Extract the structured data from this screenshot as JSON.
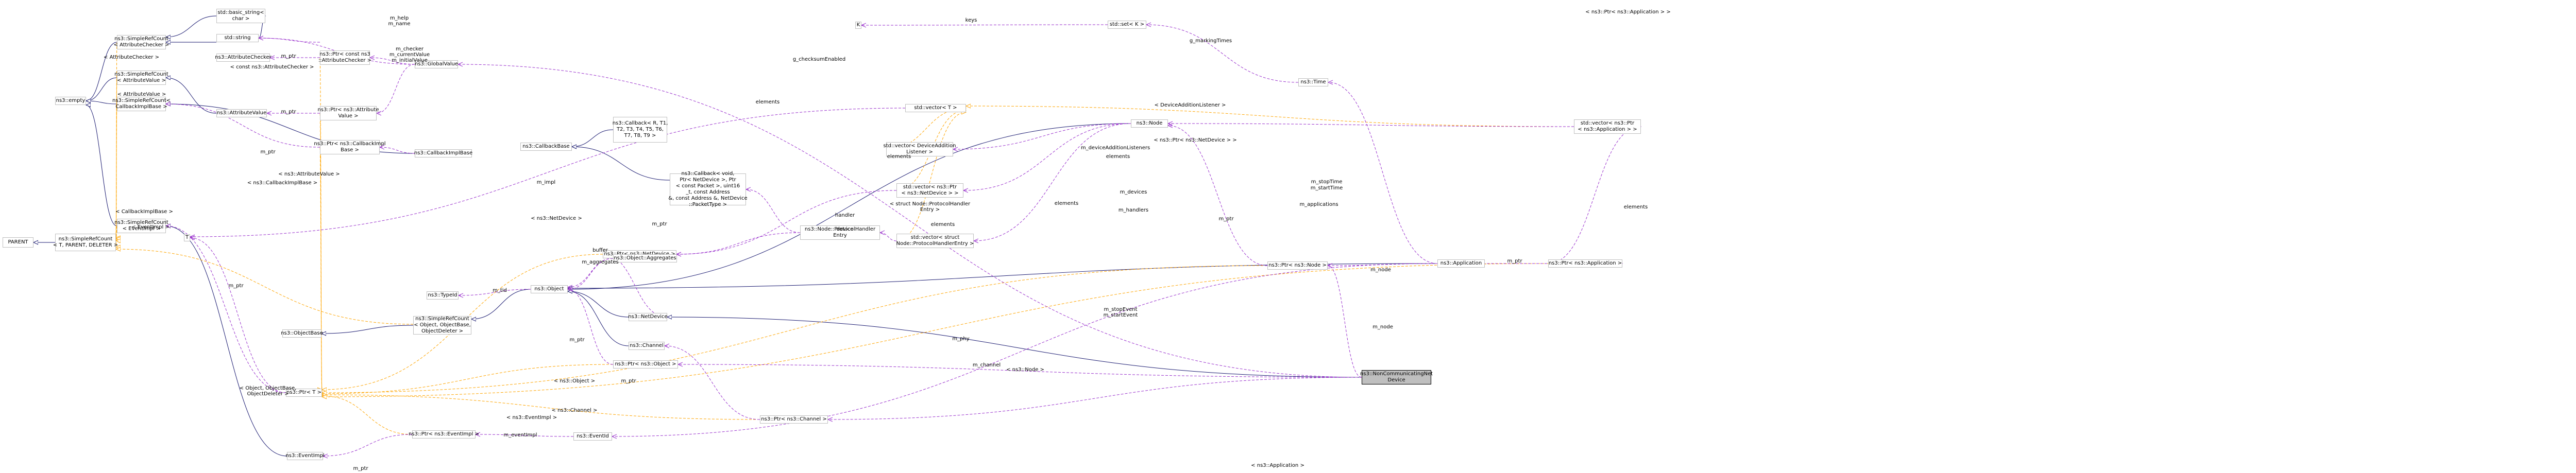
{
  "diagram": {
    "colors": {
      "inheritance": "#191970",
      "usage": "#9a32cd",
      "template": "#ffa500",
      "node_border": "#bfbfbf",
      "focus_fill": "#bfbfbf"
    },
    "nodes": {
      "parent": {
        "lines": [
          "PARENT"
        ]
      },
      "empty": {
        "lines": [
          "ns3::empty"
        ]
      },
      "srcAttrChecker": {
        "lines": [
          "ns3::SimpleRefCount",
          "< AttributeChecker >"
        ]
      },
      "srcAttrValue": {
        "lines": [
          "ns3::SimpleRefCount",
          "< AttributeValue >"
        ]
      },
      "srcCallbackImpl": {
        "lines": [
          "ns3::SimpleRefCount<",
          "CallbackImplBase >"
        ]
      },
      "srcTemplate": {
        "lines": [
          "ns3::SimpleRefCount",
          "< T, PARENT, DELETER >"
        ]
      },
      "tT": {
        "lines": [
          "T"
        ]
      },
      "srcEventImpl": {
        "lines": [
          "ns3::SimpleRefCount",
          "< EventImpl >"
        ]
      },
      "basicString": {
        "lines": [
          "std::basic_string<",
          "char >"
        ]
      },
      "stdString": {
        "lines": [
          "std::string"
        ]
      },
      "attrChecker": {
        "lines": [
          "ns3::AttributeChecker"
        ]
      },
      "ptrConstChecker": {
        "lines": [
          "ns3::Ptr< const ns3",
          "::AttributeChecker >"
        ]
      },
      "attrValue": {
        "lines": [
          "ns3::AttributeValue"
        ]
      },
      "ptrAttrValue": {
        "lines": [
          "ns3::Ptr< ns3::Attribute",
          "Value >"
        ]
      },
      "globalValue": {
        "lines": [
          "ns3::GlobalValue"
        ]
      },
      "callbackImplBase": {
        "lines": [
          "ns3::CallbackImplBase"
        ]
      },
      "ptrCallbackImpl": {
        "lines": [
          "ns3::Ptr< ns3::CallbackImpl",
          "Base >"
        ]
      },
      "callbackBase": {
        "lines": [
          "ns3::CallbackBase"
        ]
      },
      "callbackT": {
        "lines": [
          "ns3::Callback< R, T1,",
          "T2, T3, T4, T5, T6,",
          "T7, T8, T9 >"
        ]
      },
      "callbackVoid": {
        "lines": [
          "ns3::Callback< void,",
          "Ptr< NetDevice >, Ptr",
          "< const Packet >, uint16",
          "_t, const Address",
          "&, const Address &, NetDevice",
          "::PacketType >"
        ]
      },
      "vectorT": {
        "lines": [
          "std::vector< T >"
        ]
      },
      "vectorDevAddListener": {
        "lines": [
          "std::vector< DeviceAddition",
          "Listener >"
        ]
      },
      "vectorPtrNetDevice": {
        "lines": [
          "std::vector< ns3::Ptr",
          "< ns3::NetDevice > >"
        ]
      },
      "vectorHandlerEntry": {
        "lines": [
          "std::vector< struct",
          "Node::ProtocolHandlerEntry >"
        ]
      },
      "protocolHandlerEntry": {
        "lines": [
          "ns3::Node::ProtocolHandler",
          "Entry"
        ]
      },
      "ptrNetDevice": {
        "lines": [
          "ns3::Ptr< ns3::NetDevice >"
        ]
      },
      "node": {
        "lines": [
          "ns3::Node"
        ]
      },
      "kNode": {
        "lines": [
          "K"
        ]
      },
      "setK": {
        "lines": [
          "std::set< K >"
        ]
      },
      "time": {
        "lines": [
          "ns3::Time"
        ]
      },
      "vectorPtrApp": {
        "lines": [
          "std::vector< ns3::Ptr",
          "< ns3::Application > >"
        ]
      },
      "ptrApp": {
        "lines": [
          "ns3::Ptr< ns3::Application >"
        ]
      },
      "application": {
        "lines": [
          "ns3::Application"
        ]
      },
      "ptrNode": {
        "lines": [
          "ns3::Ptr< ns3::Node >"
        ]
      },
      "typeId": {
        "lines": [
          "ns3::TypeId"
        ]
      },
      "object": {
        "lines": [
          "ns3::Object"
        ]
      },
      "objectAggregates": {
        "lines": [
          "ns3::Object::Aggregates"
        ]
      },
      "objectBase": {
        "lines": [
          "ns3::ObjectBase"
        ]
      },
      "srcObject": {
        "lines": [
          "ns3::SimpleRefCount",
          "< Object, ObjectBase,",
          "ObjectDeleter >"
        ]
      },
      "netDevice": {
        "lines": [
          "ns3::NetDevice"
        ]
      },
      "channel": {
        "lines": [
          "ns3::Channel"
        ]
      },
      "ptrObject": {
        "lines": [
          "ns3::Ptr< ns3::Object >"
        ]
      },
      "ptrT": {
        "lines": [
          "ns3::Ptr< T >"
        ]
      },
      "ptrChannel": {
        "lines": [
          "ns3::Ptr< ns3::Channel >"
        ]
      },
      "nonComm": {
        "lines": [
          "ns3::NonCommunicatingNet",
          "Device"
        ]
      },
      "eventId": {
        "lines": [
          "ns3::EventId"
        ]
      },
      "ptrEventImpl": {
        "lines": [
          "ns3::Ptr< ns3::EventImpl >"
        ]
      },
      "eventImpl": {
        "lines": [
          "ns3::EventImpl"
        ]
      }
    },
    "edge_labels": {
      "m_help": "m_help",
      "m_name": "m_name",
      "m_checker": "m_checker",
      "m_currentValue": "m_currentValue",
      "m_initialValue": "m_initialValue",
      "g_checksumEnabled": "g_checksumEnabled",
      "m_ptr_checker": "m_ptr",
      "m_ptr_attrvalue": "m_ptr",
      "m_ptr_callback": "m_ptr",
      "m_ptr_eventimpl": "m_ptr",
      "m_ptr_netdevice": "m_ptr",
      "m_ptr_node": "m_ptr",
      "m_ptr_app": "m_ptr",
      "m_ptr_object": "m_ptr",
      "m_ptr_channel": "m_ptr",
      "m_ptr_T": "m_ptr",
      "lbl_attrChecker": "< AttributeChecker >",
      "lbl_constAttrChecker": "< const ns3::AttributeChecker >",
      "lbl_attrValue": "< AttributeValue >",
      "lbl_ns3AttrValue": "< ns3::AttributeValue >",
      "lbl_callbackImplBase": "< CallbackImplBase >",
      "lbl_ns3CallbackImplBase": "< ns3::CallbackImplBase >",
      "lbl_eventImpl": "< EventImpl >",
      "lbl_ns3EventImpl": "< ns3::EventImpl >",
      "lbl_objectTriple": [
        "< Object, ObjectBase,",
        "ObjectDeleter >"
      ],
      "lbl_ns3Object": "< ns3::Object >",
      "lbl_ns3NetDevice": "< ns3::NetDevice >",
      "lbl_ns3Channel": "< ns3::Channel >",
      "lbl_ns3Node": "< ns3::Node >",
      "lbl_ns3Application": "< ns3::Application >",
      "lbl_ns3AppTop": "< ns3::Ptr< ns3::Application > >",
      "lbl_devAddListener": "< DeviceAdditionListener >",
      "lbl_ptrNetDevice": "< ns3::Ptr< ns3::NetDevice > >",
      "lbl_handlerEntry": [
        "< struct Node::ProtocolHandler",
        "Entry >"
      ],
      "elements_1": "elements",
      "elements_2": "elements",
      "elements_3": "elements",
      "elements_4": "elements",
      "elements_5": "elements",
      "elements_6": "elements",
      "m_impl": "m_impl",
      "handler": "handler",
      "device": "device",
      "m_deviceAdditionListeners": "m_deviceAdditionListeners",
      "m_devices": "m_devices",
      "m_handlers": "m_handlers",
      "keys": "keys",
      "g_markingTimes": "g_markingTimes",
      "m_stopTime": "m_stopTime",
      "m_startTime": "m_startTime",
      "m_applications": "m_applications",
      "m_node_app": "m_node",
      "m_node_focus": "m_node",
      "buffer": "buffer",
      "m_aggregates": "m_aggregates",
      "m_tid": "m_tid",
      "m_stopEvent": "m_stopEvent",
      "m_startEvent": "m_startEvent",
      "m_phy": "m_phy",
      "m_channel": "m_channel",
      "m_eventImpl": "m_eventImpl"
    }
  }
}
